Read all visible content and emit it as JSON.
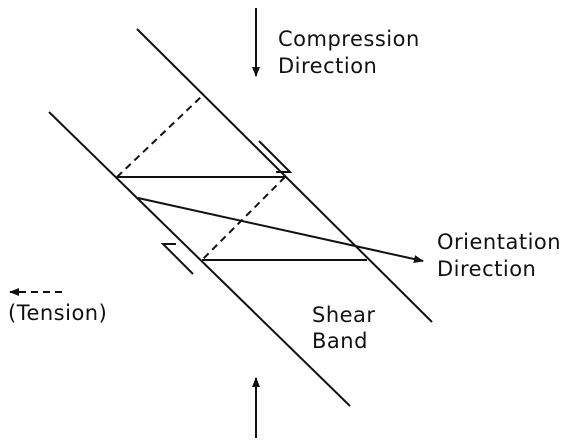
{
  "labels": {
    "compression_line1": "Compression",
    "compression_line2": "Direction",
    "orientation_line1": "Orientation",
    "orientation_line2": "Direction",
    "tension": "(Tension)",
    "shear_line1": "Shear",
    "shear_line2": "Band"
  },
  "colors": {
    "ink": "#111111",
    "background": "#ffffff"
  }
}
